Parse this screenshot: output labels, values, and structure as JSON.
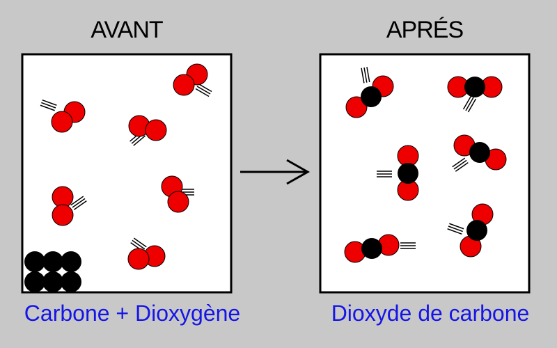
{
  "before": {
    "title": "AVANT",
    "caption": "Carbone + Dioxygène"
  },
  "after": {
    "title": "APRÉS",
    "caption": "Dioxyde de carbone"
  },
  "colors": {
    "background": "#c8c8c8",
    "oxygen": "#ee0000",
    "carbon": "#000000",
    "caption": "#1515e6"
  }
}
